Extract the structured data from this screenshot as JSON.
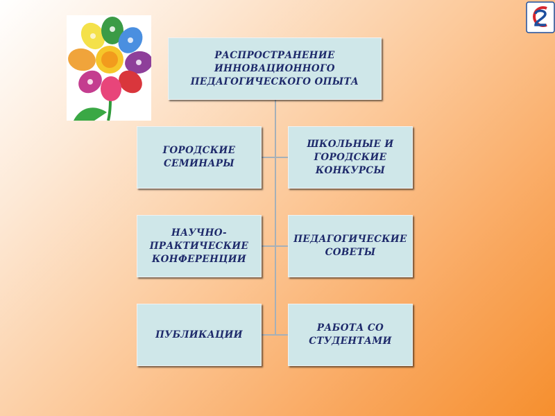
{
  "diagram": {
    "root": "РАСПРОСТРАНЕНИЕ\nИННОВАЦИОННОГО\nПЕДАГОГИЧЕСКОГО ОПЫТА",
    "left": [
      "ГОРОДСКИЕ\nСЕМИНАРЫ",
      "НАУЧНО-\nПРАКТИЧЕСКИЕ\nКОНФЕРЕНЦИИ",
      "ПУБЛИКАЦИИ"
    ],
    "right": [
      "ШКОЛЬНЫЕ  И\nГОРОДСКИЕ\nКОНКУРСЫ",
      "ПЕДАГОГИЧЕСКИЕ\nСОВЕТЫ",
      "РАБОТА СО\nСТУДЕНТАМИ"
    ]
  },
  "colors": {
    "box_fill": "#cfe7e9",
    "box_text": "#1e2a6b",
    "connector": "#a6b0b8",
    "background_start": "#ffffff",
    "background_end": "#f68f2e",
    "logo_blue": "#1d4f9e",
    "logo_red": "#d7262d"
  },
  "icons": {
    "illustration": "flower-illustration",
    "logo": "logo-icon"
  }
}
